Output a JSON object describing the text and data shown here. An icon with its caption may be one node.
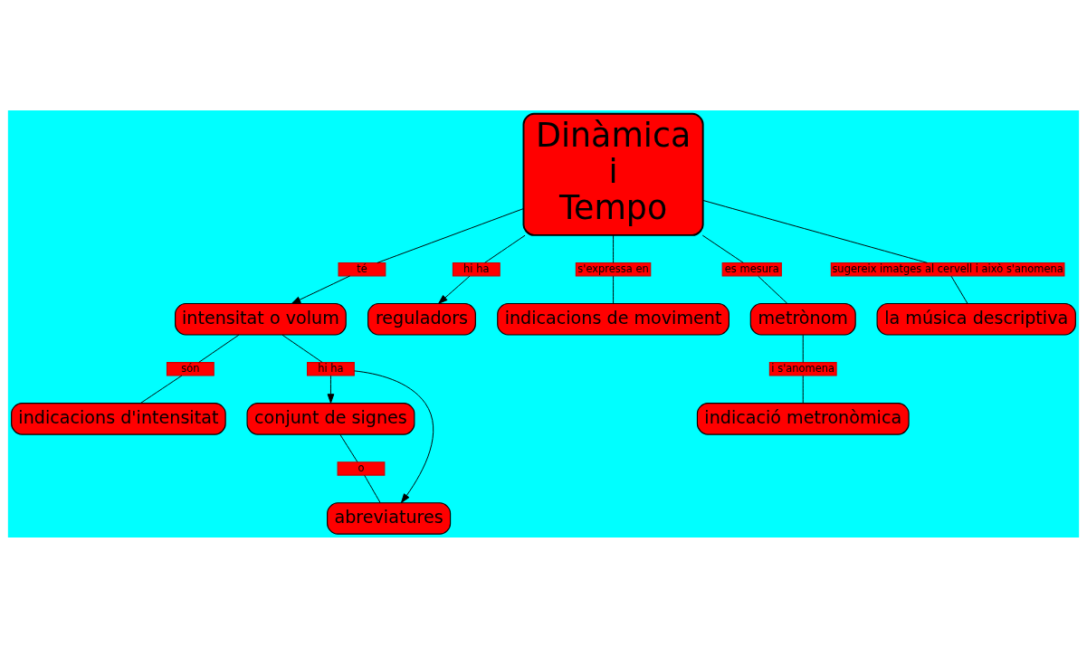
{
  "diagram": {
    "nodes": [
      {
        "text": [
          "Dinàmica i Tempo"
        ]
      },
      {
        "text": [
          "té"
        ]
      },
      {
        "text": [
          "intensitat o volum"
        ]
      },
      {
        "text": [
          "conjunt de signes"
        ]
      },
      {
        "text": [
          "són"
        ]
      },
      {
        "text": [
          "hi ha"
        ]
      },
      {
        "text": [
          "o"
        ]
      },
      {
        "text": [
          "indicacions d'intensitat"
        ]
      },
      {
        "text": [
          "abreviatures"
        ]
      },
      {
        "text": [
          "hi ha"
        ]
      },
      {
        "text": [
          "s'expressa en"
        ]
      },
      {
        "text": [
          "reguladors"
        ]
      },
      {
        "text": [
          "es mesura"
        ]
      },
      {
        "text": [
          "sugereix imatges al cervell i això s'anomena"
        ]
      },
      {
        "text": [
          "metrònom"
        ]
      },
      {
        "text": [
          "indicacions de moviment"
        ]
      },
      {
        "text": [
          "i s'anomena"
        ]
      },
      {
        "text": [
          "indicació metronòmica"
        ]
      },
      {
        "text": [
          "la música descriptiva"
        ]
      }
    ],
    "edges": [
      {
        "from": 0,
        "to": 1,
        "arrow": "none"
      },
      {
        "from": 1,
        "to": 2,
        "arrow": "to"
      },
      {
        "from": 2,
        "to": 4,
        "arrow": "none"
      },
      {
        "from": 4,
        "to": 7,
        "arrow": "none"
      },
      {
        "from": 2,
        "to": 5,
        "arrow": "none"
      },
      {
        "from": 5,
        "to": 3,
        "arrow": "to"
      },
      {
        "from": 5,
        "to": 8,
        "arrow": "to"
      },
      {
        "from": 3,
        "to": 6,
        "arrow": "none"
      },
      {
        "from": 6,
        "to": 8,
        "arrow": "none"
      },
      {
        "from": 0,
        "to": 9,
        "arrow": "none"
      },
      {
        "from": 9,
        "to": 11,
        "arrow": "to"
      },
      {
        "from": 0,
        "to": 10,
        "arrow": "none"
      },
      {
        "from": 10,
        "to": 15,
        "arrow": "none"
      },
      {
        "from": 0,
        "to": 12,
        "arrow": "none"
      },
      {
        "from": 12,
        "to": 14,
        "arrow": "none"
      },
      {
        "from": 14,
        "to": 16,
        "arrow": "none"
      },
      {
        "from": 16,
        "to": 17,
        "arrow": "none"
      },
      {
        "from": 0,
        "to": 13,
        "arrow": "none"
      },
      {
        "from": 13,
        "to": 18,
        "arrow": "none"
      }
    ]
  }
}
